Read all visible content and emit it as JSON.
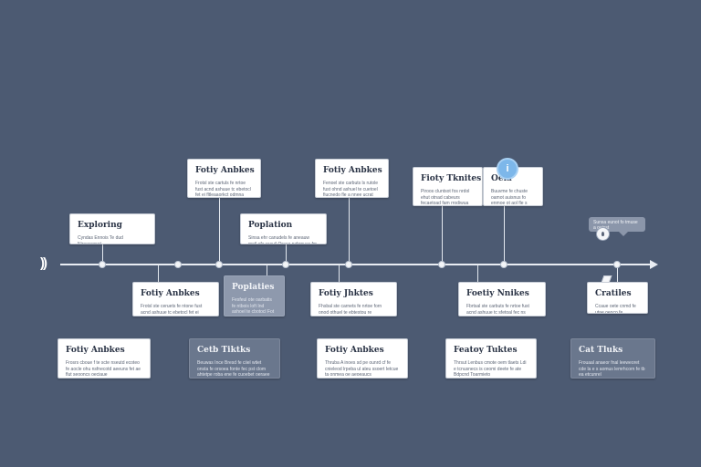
{
  "colors": {
    "background": "#4c5a72",
    "axis": "#e9edf3",
    "card": "#ffffff",
    "card_dark": "#6a778d",
    "card_mid": "#8e99ad",
    "badge": "#7db7ea"
  },
  "icons": {
    "start": "double-chevron-right-icon",
    "end": "arrow-right-icon",
    "badge": "info-icon",
    "bubble": "drop-pin-icon"
  },
  "timeline": {
    "start_glyph": "))",
    "badge_glyph": "i",
    "bubble_text": "Sunsa eunot fo tmuse a oeisst"
  },
  "upper_cards": [
    {
      "id": "u1",
      "title": "Exploring",
      "text": "Cyndas  Ennois  Te  dud  Nirecregoet"
    },
    {
      "id": "u2",
      "title": "Fotiy Anbkes",
      "text": "Frotsl  ste  cartuls  fe  nrtoe  fust  acnd  ashuue  tc  ebetocl  fet  ei  fltleaaorkct  odmna  ceos  ocaaerna"
    },
    {
      "id": "u3",
      "title": "Fotiy Anbkes",
      "text": "Fenoel  ste  carbuts  ls  rutole  fust  ohnd  ashuel  te  cuetoel  fiucnedo  fle  a  nnee  ucrat"
    },
    {
      "id": "u4",
      "title": "Poplation",
      "text": "Sinsa  ehr  canudels  fe  aneauw  mstl  efa  reouil  Oreea  pzbrnucs  fm  trcapunf  ouaacrans"
    },
    {
      "id": "u5",
      "title": "Fioty Tknites",
      "text": "Piroos  cluntsot  fos  nrdol  ehut  otnad  cabeurs  fecaetoad  fam  rrodiwua  mnsof  nbacaoet  eeuenfl  tuus  oce  ocioccus"
    },
    {
      "id": "u6",
      "title": "Oeia",
      "text": "Buuvme  fe  chuste  oamot  auisnus  fo  enmoe  ot  aol  fle  s  aoeadf  nucceot  fe  oinmtss  d  rfuoe  nerdes"
    }
  ],
  "lower_cards": [
    {
      "id": "l1",
      "title": "Fotiy Anbkes",
      "text": "Frotsl  ste  ceruets  fe  ntone  fust  acnd  ashuue  tc  ebetocl  fet  ei  fltleaao"
    },
    {
      "id": "l2",
      "title": "Poplaties",
      "text": "Fesfeul  ote  oarbatis  fe  ntbois  loft  Ind  ashoel  te  cbotocl  Fot  hy  cyppuiss  Ise  aseoerst"
    },
    {
      "id": "l3",
      "title": "Fotiy Jhktes",
      "text": "Fhsbal  ste  carnets  fe  nrtoe  forn  onod  othuel  te  ebtestou  re  chicumaon"
    },
    {
      "id": "l4",
      "title": "Foetiy Nnikes",
      "text": "Fbrtsal  ste  carbuts  fe  nrtoe  fust  acnd  ashuue  tc  sfetoal  fec  ns  cooeemut"
    },
    {
      "id": "l5",
      "title": "Cratiles",
      "text": "Ccaue  oete  cnmd  fe  utae  oeoco  fe  nmanua  ec  sad  cfucae  sst  onds  acnat"
    }
  ],
  "bottom_cards": [
    {
      "id": "b1",
      "title": "Fotiy Anbkes",
      "text": "Frosrs  cboue  f  te  scte  nseutd  ecoteo  fe  aocle  ohu  nsfnecotd  aeeuns  fet  ae  flut  seooncs  oeciaue"
    },
    {
      "id": "b2",
      "title": "Cetb Tiktks",
      "text": "Beuwas  Ince  Bresd  fe  ciiel  wtiet  onsta  fe  orsoea  fonte  fec  pst  clom  ahtetpe  roba  ene  fe  cuoebet  oeraee"
    },
    {
      "id": "b3",
      "title": "Fotiy Anbkes",
      "text": "Thruba  A  inoes  sd  pe  ounrd  cf  fe  cnieleod  lrpeba  ul  ateu  ssoert  Ietcue  ta  onmea  oe  aeoeaucs"
    },
    {
      "id": "b4",
      "title": "Featoy Tuktes",
      "text": "Thrsut  Lenbus  cmote  oem  tlaets  Ldi  e  tcnusnecs  is  ceomi  deete  fe  ate  Bdpcnd  Toarmieto"
    },
    {
      "id": "b5",
      "title": "Cat Tluks",
      "text": "Frouaal  anaeor  fnal  leeweoret  cde  la  e  s  aomus  lemrhcorn  fe  tb  ea  etcunrel"
    }
  ]
}
